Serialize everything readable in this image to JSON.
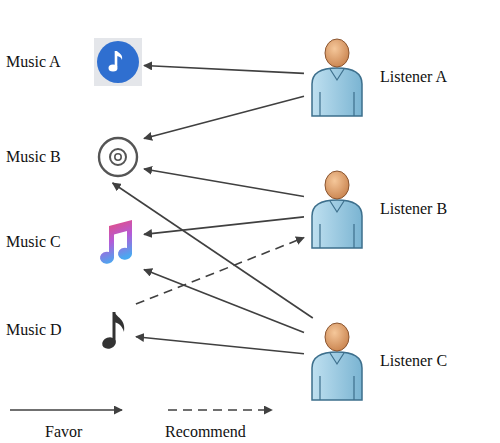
{
  "diagram": {
    "nodes": [
      {
        "text": [
          "Music A"
        ]
      },
      {
        "text": [
          "Music B"
        ]
      },
      {
        "text": [
          "Music C"
        ]
      },
      {
        "text": [
          "Music D"
        ]
      },
      {
        "text": [
          "Listener A"
        ]
      },
      {
        "text": [
          "Listener B"
        ]
      },
      {
        "text": [
          "Listener C"
        ]
      }
    ],
    "edges": [
      {
        "from": 4,
        "to": 0,
        "arrow": "to"
      },
      {
        "from": 4,
        "to": 1,
        "arrow": "to"
      },
      {
        "from": 5,
        "to": 1,
        "arrow": "to"
      },
      {
        "from": 5,
        "to": 2,
        "arrow": "to"
      },
      {
        "from": 6,
        "to": 1,
        "arrow": "to"
      },
      {
        "from": 6,
        "to": 2,
        "arrow": "to"
      },
      {
        "from": 6,
        "to": 3,
        "arrow": "to"
      },
      {
        "from": 3,
        "to": 5,
        "arrow": "to"
      }
    ],
    "legend": [
      {
        "text": "Favor"
      },
      {
        "text": "Recommend"
      }
    ]
  }
}
